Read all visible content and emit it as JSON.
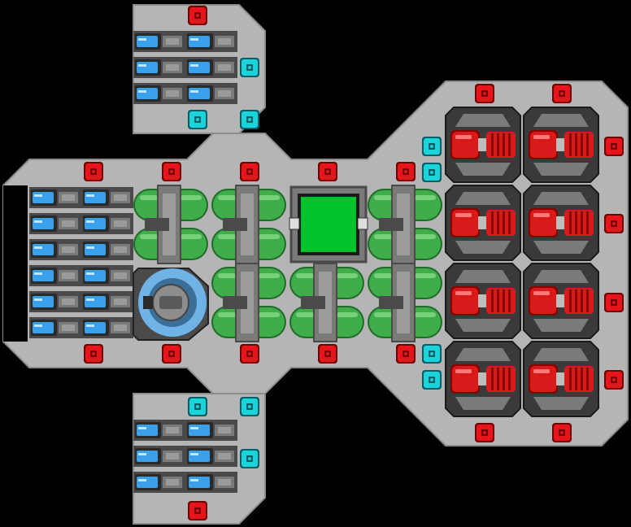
{
  "scene": {
    "background": "#000000",
    "hull_color": "#b5b5b5",
    "hull_edge": "#8c8c8c"
  },
  "palette": {
    "port_red": "#e8141c",
    "port_red_dark": "#6e0000",
    "port_cyan": "#19d4dc",
    "port_cyan_dark": "#005e64",
    "battery_blue": "#3aa0e8",
    "tank_green": "#3fae4a",
    "tank_green_dark": "#1f6b27",
    "thruster_red": "#d81a1a",
    "reactor_blue": "#6eb2e6",
    "cockpit_green": "#00c22a",
    "metal_dark": "#4a4a4a",
    "metal_mid": "#7a7a7a"
  },
  "modules": {
    "cockpit": "cockpit-block",
    "reactor": "reactor-block",
    "batteries": "battery-block",
    "tanks": "fuel-tank-block",
    "thrusters": "thruster-block",
    "red_port": "red-connector-port",
    "cyan_port": "cyan-connector-port"
  }
}
